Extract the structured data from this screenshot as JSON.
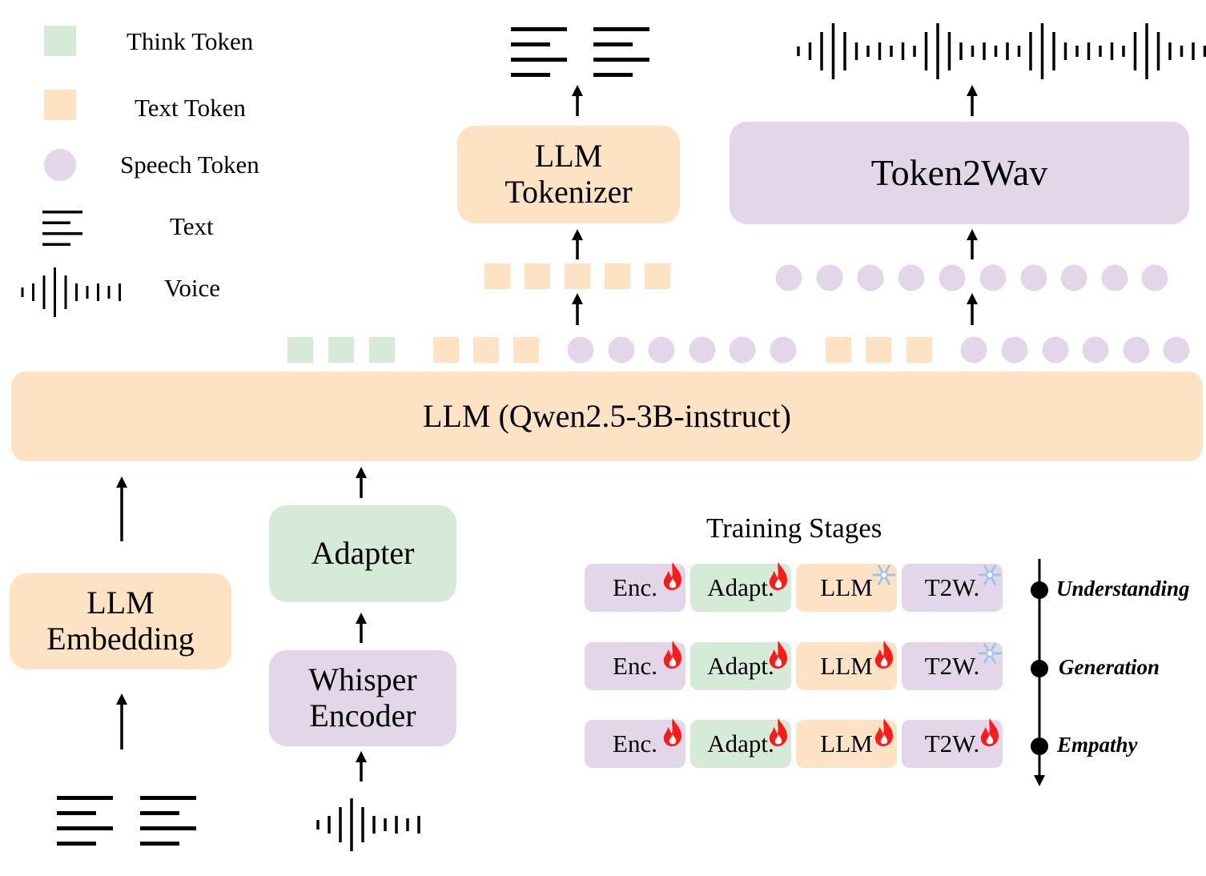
{
  "legend": {
    "think_token": "Think Token",
    "text_token": "Text Token",
    "speech_token": "Speech Token",
    "text": "Text",
    "voice": "Voice"
  },
  "blocks": {
    "llm_main": "LLM (Qwen2.5-3B-instruct)",
    "llm_tokenizer_line1": "LLM",
    "llm_tokenizer_line2": "Tokenizer",
    "token2wav": "Token2Wav",
    "adapter": "Adapter",
    "whisper_line1": "Whisper",
    "whisper_line2": "Encoder",
    "llm_embedding_line1": "LLM",
    "llm_embedding_line2": "Embedding"
  },
  "training": {
    "title": "Training Stages",
    "columns": [
      "Enc.",
      "Adapt.",
      "LLM",
      "T2W."
    ],
    "stages": [
      {
        "name": "Understanding",
        "status": [
          "fire-icon",
          "fire-icon",
          "snowflake-icon",
          "snowflake-icon"
        ]
      },
      {
        "name": "Generation",
        "status": [
          "fire-icon",
          "fire-icon",
          "fire-icon",
          "snowflake-icon"
        ]
      },
      {
        "name": "Empathy",
        "status": [
          "fire-icon",
          "fire-icon",
          "fire-icon",
          "fire-icon"
        ]
      }
    ]
  },
  "colors": {
    "think_token": "#d5ead7",
    "text_token": "#fde3c4",
    "speech_token": "#e3d6e8",
    "fire": "#ff1a1a",
    "snow": "#9fc6ea"
  }
}
